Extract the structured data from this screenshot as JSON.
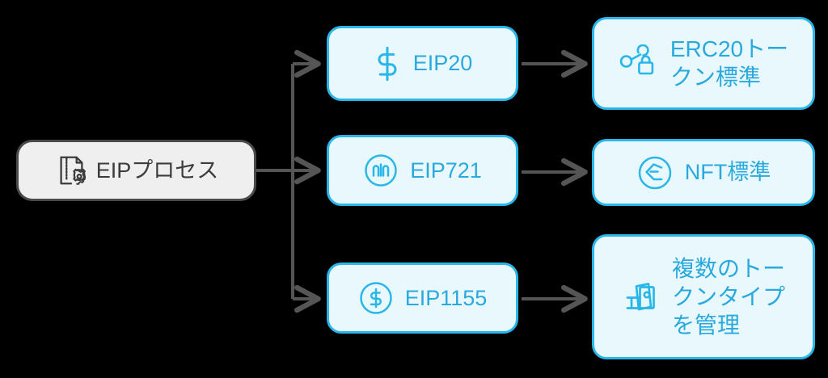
{
  "diagram": {
    "type": "flowchart",
    "direction": "left-to-right",
    "background_color": "#000000",
    "accent_color": "#29B6E8",
    "node_fill_color": "#E9F8FD",
    "root_fill_color": "#EFEFEF",
    "root_border_color": "#4A4A4A",
    "text_color": "#29A9DE",
    "root_text_color": "#3C3C3C",
    "edge_color": "#555555"
  },
  "nodes": {
    "root": {
      "label": "EIPプロセス",
      "icon": "file-zip-gear-icon"
    },
    "eip20": {
      "label": "EIP20",
      "icon": "dollar-sign-icon"
    },
    "eip721": {
      "label": "EIP721",
      "icon": "monument-circle-icon"
    },
    "eip1155": {
      "label": "EIP1155",
      "icon": "dollar-circle-icon"
    },
    "erc20_standard": {
      "label": "ERC20トー\nクン標準",
      "icon": "share-lock-icon"
    },
    "nft_standard": {
      "label": "NFT標準",
      "icon": "ethereum-circle-icon"
    },
    "multi_token": {
      "label": "複数のトー\nクンタイプ\nを管理",
      "icon": "banknotes-stack-icon"
    }
  },
  "edges": [
    {
      "from": "root",
      "to": "eip20",
      "style": "orthogonal-arrow"
    },
    {
      "from": "root",
      "to": "eip721",
      "style": "straight-arrow"
    },
    {
      "from": "root",
      "to": "eip1155",
      "style": "orthogonal-arrow"
    },
    {
      "from": "eip20",
      "to": "erc20_standard",
      "style": "straight-arrow"
    },
    {
      "from": "eip721",
      "to": "nft_standard",
      "style": "straight-arrow"
    },
    {
      "from": "eip1155",
      "to": "multi_token",
      "style": "straight-arrow"
    }
  ]
}
